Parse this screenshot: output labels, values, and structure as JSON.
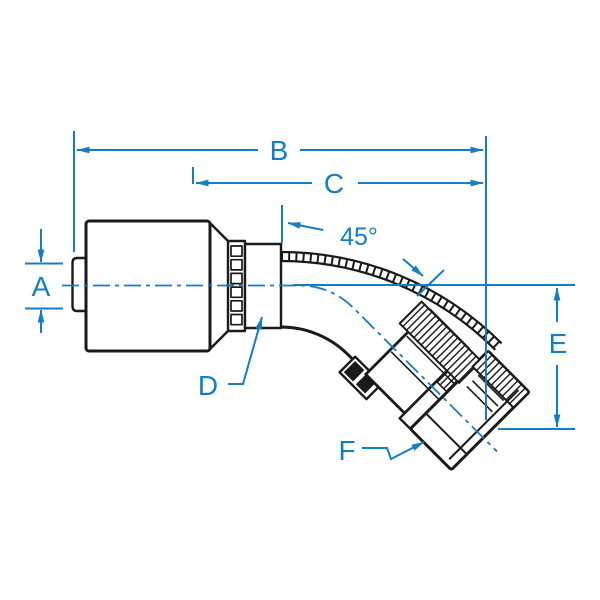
{
  "figure": {
    "type": "technical-dimensional-drawing",
    "description": "45 degree bent tube female swivel hose coupling, half-section view with dimension callouts",
    "colors": {
      "dimension_blue": "#137dc5",
      "outline_black": "#1a1a1a",
      "background": "#ffffff"
    },
    "labels": {
      "a": "A",
      "b": "B",
      "c": "C",
      "d": "D",
      "e": "E",
      "f": "F",
      "angle": "45°"
    }
  }
}
